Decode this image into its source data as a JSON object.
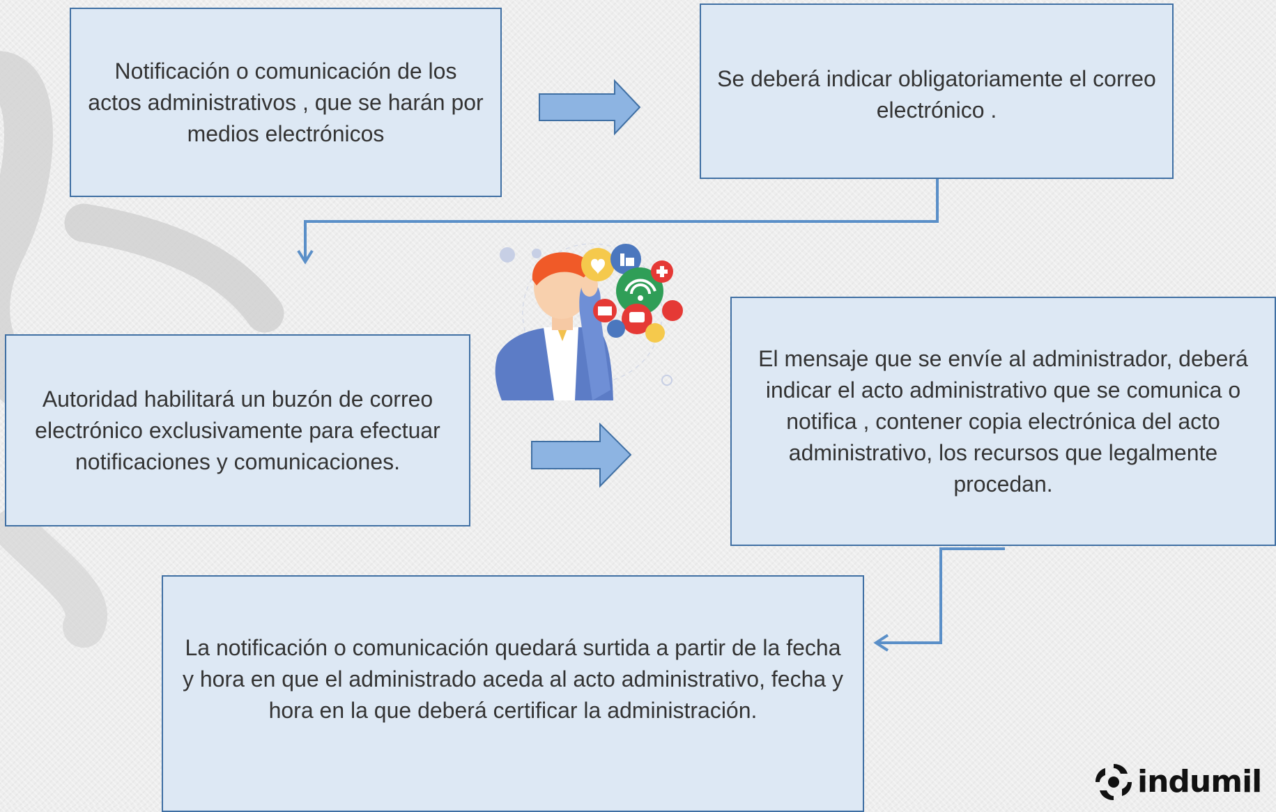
{
  "boxes": {
    "box1": "Notificación o comunicación de los actos administrativos , que se harán por medios electrónicos",
    "box2": "Se deberá indicar obligatoriamente el correo electrónico .",
    "box3": "Autoridad habilitará un buzón de correo electrónico  exclusivamente para efectuar notificaciones y comunicaciones.",
    "box4": "El mensaje que se envíe al administrador, deberá indicar el acto administrativo que se comunica o notifica , contener copia electrónica del acto administrativo, los recursos que legalmente procedan.",
    "box5": "La notificación o comunicación quedará surtida a partir de la fecha y hora en que el administrado aceda al acto administrativo,  fecha y hora en la que deberá certificar la administración."
  },
  "logo": {
    "text": "indumil"
  },
  "colors": {
    "box_fill": "#dde8f4",
    "box_border": "#3f6fa3",
    "arrow_fill": "#8db4e2",
    "arrow_stroke": "#3f6fa3",
    "connector": "#5a8fc8"
  }
}
